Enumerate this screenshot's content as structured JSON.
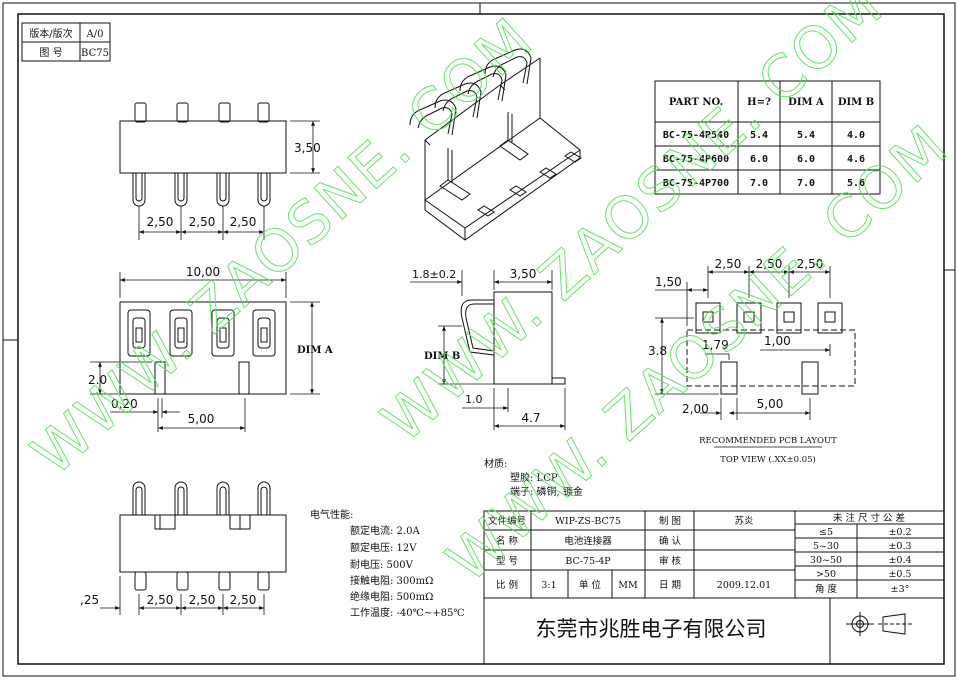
{
  "revision": {
    "label": "版本/版次",
    "value": "A/0"
  },
  "drawing_no": {
    "label": "图 号",
    "value": "BC75"
  },
  "top_view": {
    "height": "3,50",
    "pitch": [
      "2,50",
      "2,50",
      "2,50"
    ]
  },
  "front_view": {
    "width": "10,00",
    "dim_a": "DIM A",
    "dim_2": "2.0",
    "offset": "0,20",
    "span": "5,00"
  },
  "side_view": {
    "lead": "1.8±0.2",
    "width": "3,50",
    "dim_b": "DIM B",
    "foot": "1.0",
    "depth": "4.7"
  },
  "table": {
    "headers": [
      "PART NO.",
      "H=?",
      "DIM A",
      "DIM B"
    ],
    "rows": [
      [
        "BC-75-4P540",
        "5.4",
        "5.4",
        "4.0"
      ],
      [
        "BC-75-4P600",
        "6.0",
        "6.0",
        "4.6"
      ],
      [
        "BC-75-4P700",
        "7.0",
        "7.0",
        "5.6"
      ]
    ]
  },
  "pcb": {
    "pitch": [
      "2,50",
      "2,50",
      "2,50"
    ],
    "edge": "1,50",
    "height": "3.8",
    "d179": "1,79",
    "d100": "1,00",
    "d200": "2,00",
    "d500": "5,00",
    "title": "RECOMMENDED PCB LAYOUT",
    "subtitle": "TOP VIEW (.XX±0.05)"
  },
  "material": {
    "title": "材质:",
    "lines": [
      "塑胶: LCP",
      "端子: 磷铜, 镀金"
    ]
  },
  "electrical": {
    "title": "电气性能:",
    "lines": [
      "额定电流: 2.0A",
      "额定电压: 12V",
      "耐电压: 500V",
      "接触电阻: 300mΩ",
      "绝缘电阻: 500mΩ",
      "工作温度: -40℃~+85℃"
    ]
  },
  "bottom_view": {
    "left": ",25",
    "pitch": [
      "2,50",
      "2,50",
      "2,50"
    ]
  },
  "title_block": {
    "file_no": {
      "label": "文件编号",
      "value": "WIP-ZS-BC75"
    },
    "name": {
      "label": "名 称",
      "value": "电池连接器"
    },
    "model": {
      "label": "型 号",
      "value": "BC-75-4P"
    },
    "scale": {
      "label": "比 例",
      "value": "3:1",
      "unit_label": "单 位",
      "unit": "MM"
    },
    "draw": {
      "label": "制 图",
      "value": "苏炎"
    },
    "confirm": {
      "label": "确 认",
      "value": ""
    },
    "review": {
      "label": "审 核",
      "value": ""
    },
    "date": {
      "label": "日 期",
      "value": "2009.12.01"
    },
    "company": "东莞市兆胜电子有限公司"
  },
  "tolerance": {
    "title": "未 注 尺 寸 公 差",
    "rows": [
      [
        "≤5",
        "±0.2"
      ],
      [
        "5~30",
        "±0.3"
      ],
      [
        "30~50",
        "±0.4"
      ],
      [
        ">50",
        "±0.5"
      ],
      [
        "角 度",
        "±3°"
      ]
    ]
  },
  "watermarks": [
    "WWW. ZAOSNE. COM",
    "WWW. ZAOSNE. COM",
    "WWW. ZAOSNE. COM"
  ]
}
